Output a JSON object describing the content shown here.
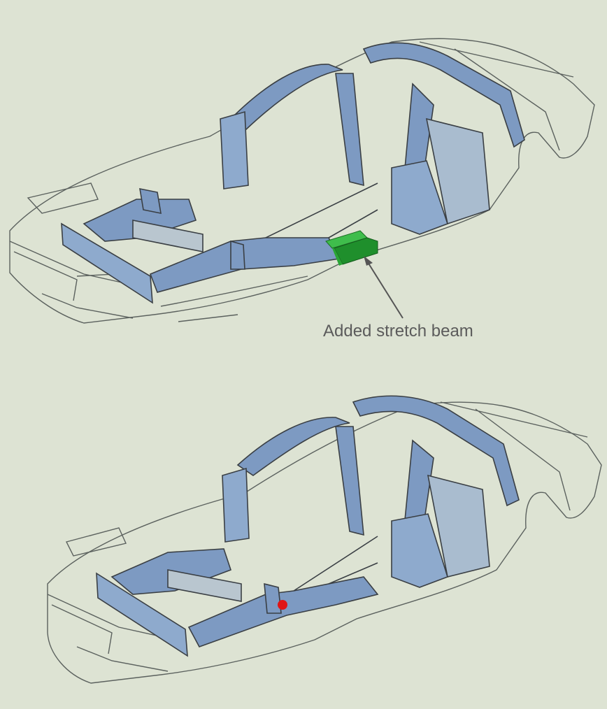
{
  "callout": {
    "label": "Added stretch beam"
  },
  "colors": {
    "background": "#dde3d3",
    "frame_blue": "#7d9ac2",
    "frame_blue_dark": "#5d7aa6",
    "outline": "#3a3f44",
    "body_line": "#5b615e",
    "beam_green_light": "#3fbd4c",
    "beam_green_dark": "#1f8f2c",
    "marker_red": "#e01515",
    "callout_text": "#5b5b5b"
  },
  "panels": [
    {
      "id": "with-beam",
      "highlight": "added-stretch-beam"
    },
    {
      "id": "without-beam",
      "highlight": "red-marker"
    }
  ]
}
